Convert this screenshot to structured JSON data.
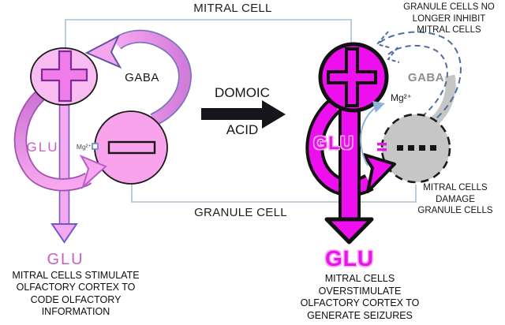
{
  "titles": {
    "mitral_cell": "MITRAL CELL",
    "granule_cell": "GRANULE CELL"
  },
  "transition": {
    "line1": "DOMOIC",
    "line2": "ACID"
  },
  "left_diagram": {
    "plus_symbol": "+",
    "minus_symbol": "−",
    "gaba_label": "GABA",
    "glu_label": "GLU",
    "mg_label": "Mg²⁺",
    "glu_output": "GLU",
    "caption": "MITRAL CELLS STIMULATE\nOLFACTORY CORTEX TO\nCODE OLFACTORY\nINFORMATION"
  },
  "right_diagram": {
    "plus_symbol": "+",
    "minus_symbol": "−",
    "gaba_label": "GABA",
    "glu_label": "GLU",
    "mg_label": "Mg²⁺",
    "glu_output": "GLU",
    "note_top": "GRANULE CELLS NO\nLONGER INHIBIT\nMITRAL CELLS",
    "note_side": "MITRAL CELLS\nDAMAGE\nGRANULE CELLS",
    "caption": "MITRAL CELLS\nOVERSTIMULATE\nOLFACTORY CORTEX TO\nGENERATE SEIZURES"
  },
  "colors": {
    "magenta": "#ED0FED",
    "light_pink_cell": "#F8BCF2",
    "pink_cell": "#F8A3EC",
    "cross_pink": "#F27CEA",
    "orchid_band": "#D884DC",
    "gray_cell": "#C6C6C6",
    "dashed_blue": "#4F6E9E",
    "bracket_blue": "#A9C0D6",
    "glu_text_orchid": "#C45EC8",
    "domoic_arrow_black": "#15161C",
    "mg_arrow_blue": "#8FB3DA"
  }
}
